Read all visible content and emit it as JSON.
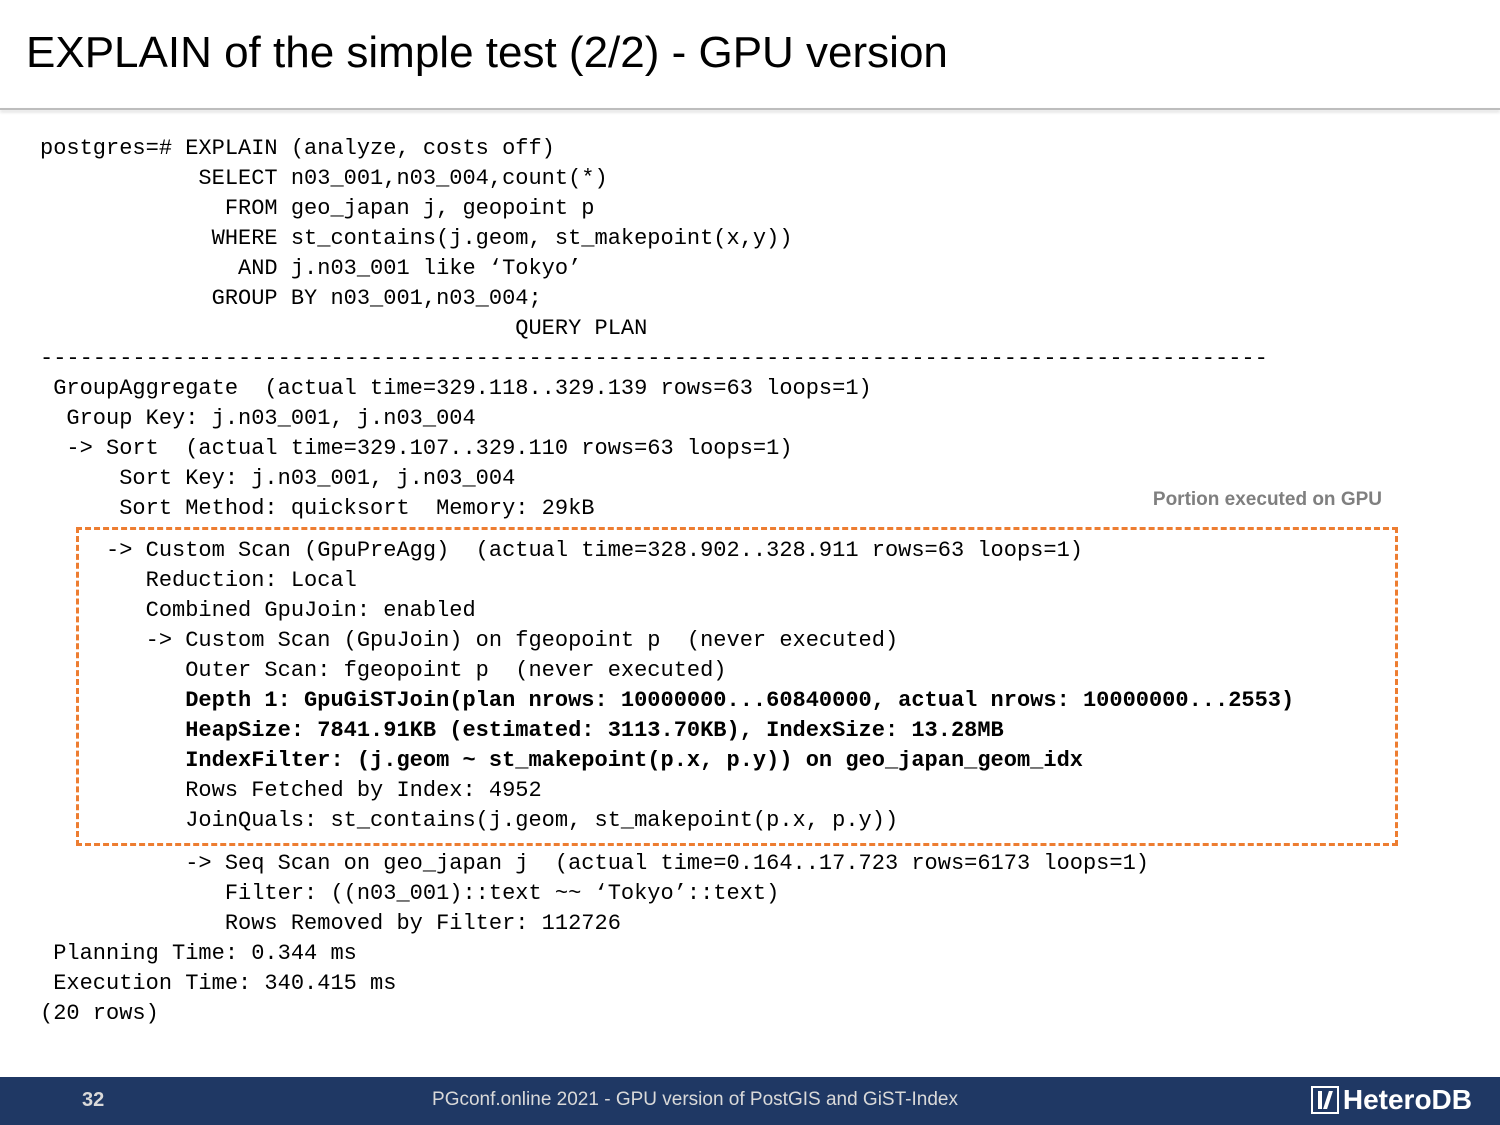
{
  "slide": {
    "title": "EXPLAIN of the simple test (2/2) - GPU version"
  },
  "code_top": [
    "postgres=# EXPLAIN (analyze, costs off)",
    "            SELECT n03_001,n03_004,count(*)",
    "              FROM geo_japan j, geopoint p",
    "             WHERE st_contains(j.geom, st_makepoint(x,y))",
    "               AND j.n03_001 like ‘Tokyo’",
    "             GROUP BY n03_001,n03_004;",
    "                                    QUERY PLAN",
    "---------------------------------------------------------------------------------------------",
    " GroupAggregate  (actual time=329.118..329.139 rows=63 loops=1)",
    "  Group Key: j.n03_001, j.n03_004",
    "  -> Sort  (actual time=329.107..329.110 rows=63 loops=1)",
    "      Sort Key: j.n03_001, j.n03_004",
    "      Sort Method: quicksort  Memory: 29kB"
  ],
  "gpu_label": "Portion executed on GPU",
  "code_gpu": [
    "     -> Custom Scan (GpuPreAgg)  (actual time=328.902..328.911 rows=63 loops=1)",
    "        Reduction: Local",
    "        Combined GpuJoin: enabled",
    "        -> Custom Scan (GpuJoin) on fgeopoint p  (never executed)",
    "           Outer Scan: fgeopoint p  (never executed)",
    "           Depth 1: GpuGiSTJoin(plan nrows: 10000000...60840000, actual nrows: 10000000...2553)",
    "           HeapSize: 7841.91KB (estimated: 3113.70KB), IndexSize: 13.28MB",
    "           IndexFilter: (j.geom ~ st_makepoint(p.x, p.y)) on geo_japan_geom_idx",
    "           Rows Fetched by Index: 4952",
    "           JoinQuals: st_contains(j.geom, st_makepoint(p.x, p.y))"
  ],
  "code_bottom": [
    "           -> Seq Scan on geo_japan j  (actual time=0.164..17.723 rows=6173 loops=1)",
    "              Filter: ((n03_001)::text ~~ ‘Tokyo’::text)",
    "              Rows Removed by Filter: 112726",
    " Planning Time: 0.344 ms",
    " Execution Time: 340.415 ms",
    "(20 rows)"
  ],
  "footer": {
    "page_number": "32",
    "text": "PGconf.online 2021 - GPU version of PostGIS and GiST-Index",
    "logo_text": "HeteroDB",
    "logo_icon": "heterodb-logo-icon"
  },
  "colors": {
    "gpu_box_border": "#ed7d31",
    "footer_bg": "#1f3864",
    "gpu_label": "#7f7f7f"
  }
}
